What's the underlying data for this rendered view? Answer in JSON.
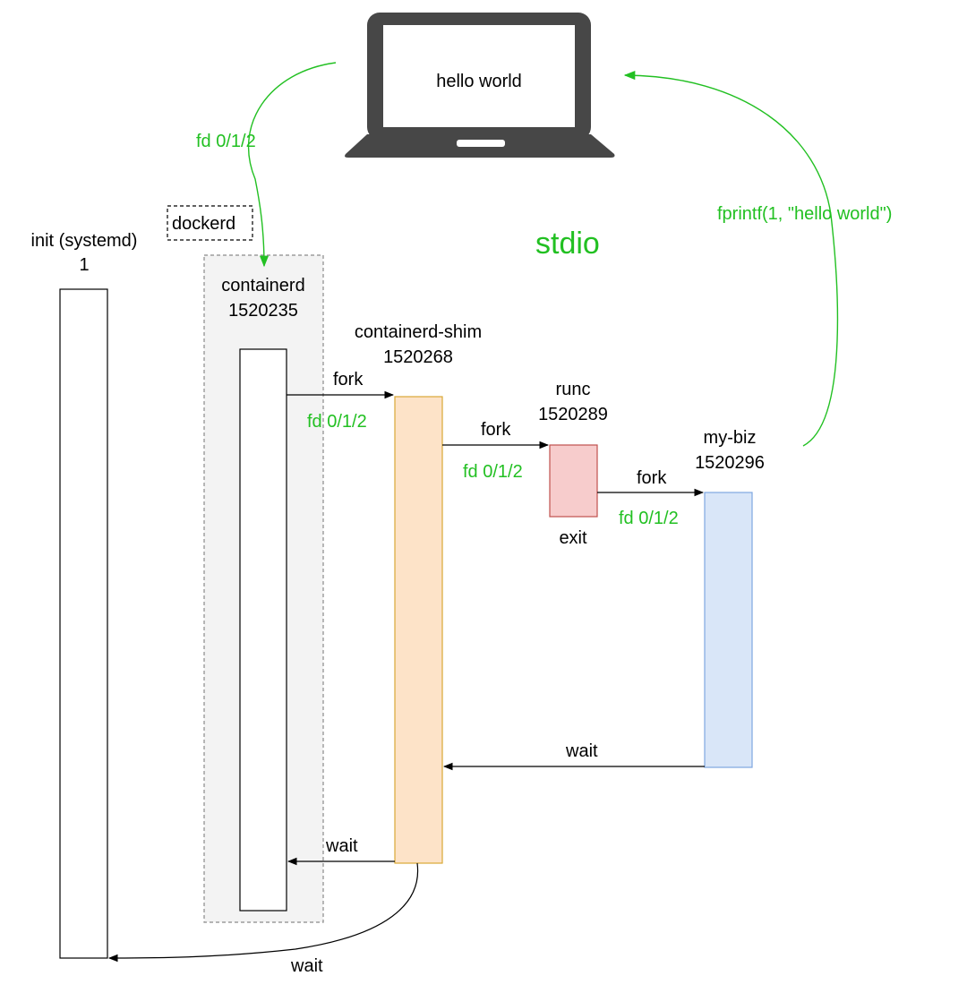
{
  "laptop": {
    "screen_text": "hello world"
  },
  "stdio_label": "stdio",
  "dockerd_label": "dockerd",
  "processes": {
    "init": {
      "name": "init (systemd)",
      "pid": "1"
    },
    "containerd": {
      "name": "containerd",
      "pid": "1520235"
    },
    "shim": {
      "name": "containerd-shim",
      "pid": "1520268"
    },
    "runc": {
      "name": "runc",
      "pid": "1520289",
      "status": "exit"
    },
    "mybiz": {
      "name": "my-biz",
      "pid": "1520296"
    }
  },
  "edges": {
    "fd_to_containerd": "fd 0/1/2",
    "fprintf": "fprintf(1, \"hello world\")",
    "fork1": {
      "label": "fork",
      "fd": "fd 0/1/2"
    },
    "fork2": {
      "label": "fork",
      "fd": "fd 0/1/2"
    },
    "fork3": {
      "label": "fork",
      "fd": "fd 0/1/2"
    },
    "wait_mybiz_shim": "wait",
    "wait_shim_containerd": "wait",
    "wait_shim_init": "wait"
  },
  "colors": {
    "green": "#22c022",
    "shim_fill": "#fde3c8",
    "shim_stroke": "#d9a836",
    "runc_fill": "#f7cccc",
    "runc_stroke": "#c0504d",
    "mybiz_fill": "#d9e6f8",
    "mybiz_stroke": "#7ea6e0",
    "container_group_fill": "#f3f3f3"
  }
}
